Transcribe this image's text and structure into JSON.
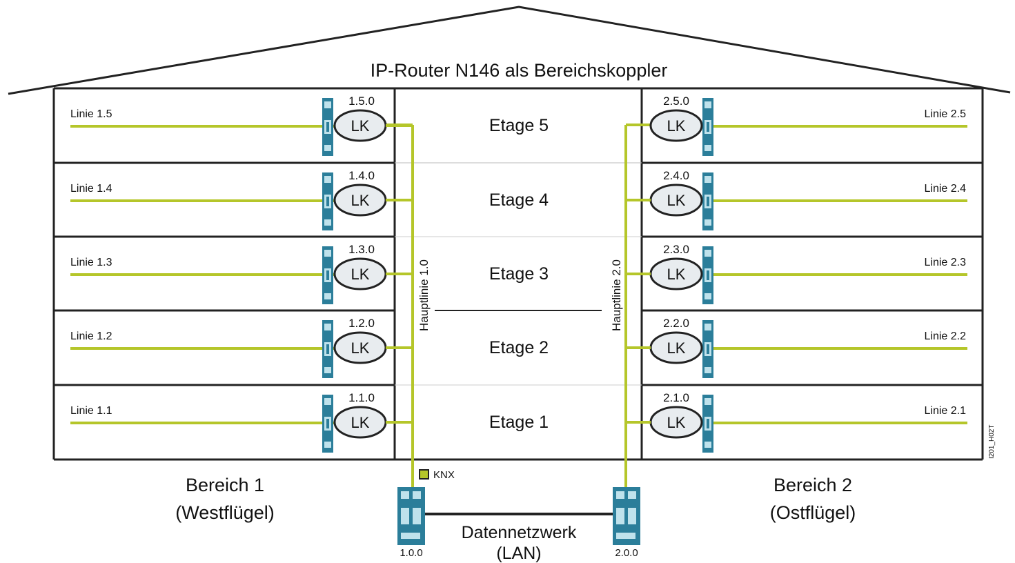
{
  "title": "IP-Router N146 als Bereichskoppler",
  "floors": [
    {
      "label": "Etage 5",
      "left": {
        "line": "Linie 1.5",
        "addr": "1.5.0"
      },
      "right": {
        "line": "Linie 2.5",
        "addr": "2.5.0"
      }
    },
    {
      "label": "Etage 4",
      "left": {
        "line": "Linie 1.4",
        "addr": "1.4.0"
      },
      "right": {
        "line": "Linie 2.4",
        "addr": "2.4.0"
      }
    },
    {
      "label": "Etage 3",
      "left": {
        "line": "Linie 1.3",
        "addr": "1.3.0"
      },
      "right": {
        "line": "Linie 2.3",
        "addr": "2.3.0"
      }
    },
    {
      "label": "Etage 2",
      "left": {
        "line": "Linie 1.2",
        "addr": "1.2.0"
      },
      "right": {
        "line": "Linie 2.2",
        "addr": "2.2.0"
      }
    },
    {
      "label": "Etage 1",
      "left": {
        "line": "Linie 1.1",
        "addr": "1.1.0"
      },
      "right": {
        "line": "Linie 2.1",
        "addr": "2.1.0"
      }
    }
  ],
  "coupler_label": "LK",
  "hauptlinie_left": "Hauptlinie 1.0",
  "hauptlinie_right": "Hauptlinie 2.0",
  "bereich_left": {
    "name": "Bereich 1",
    "sub": "(Westflügel)"
  },
  "bereich_right": {
    "name": "Bereich 2",
    "sub": "(Ostflügel)"
  },
  "legend_knx": "KNX",
  "router_left_addr": "1.0.0",
  "router_right_addr": "2.0.0",
  "lan_label": "Datennetzwerk",
  "lan_sub": "(LAN)",
  "figure_code": "I201_H02T",
  "colors": {
    "bus": "#b5c62a",
    "device": "#2b7e9a",
    "line": "#222222"
  }
}
